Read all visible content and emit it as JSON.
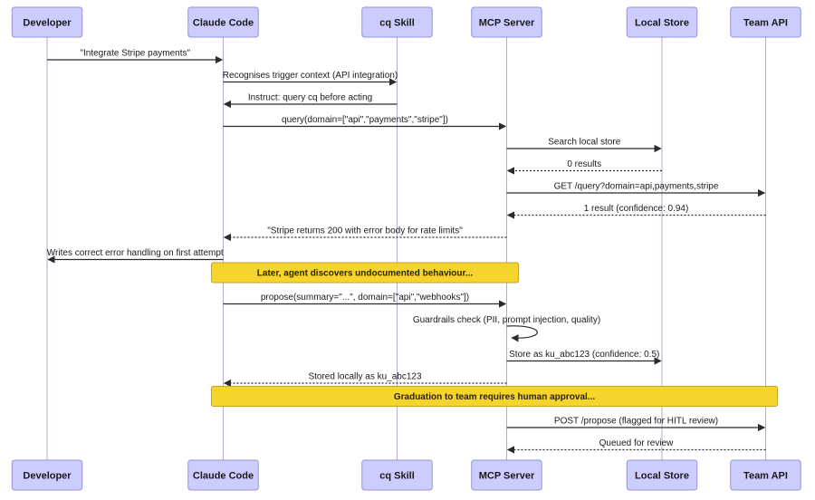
{
  "diagram": {
    "type": "sequence-diagram",
    "participants": [
      {
        "id": "developer",
        "label": "Developer"
      },
      {
        "id": "claude-code",
        "label": "Claude Code"
      },
      {
        "id": "cq-skill",
        "label": "cq Skill"
      },
      {
        "id": "mcp-server",
        "label": "MCP Server"
      },
      {
        "id": "local-store",
        "label": "Local Store"
      },
      {
        "id": "team-api",
        "label": "Team API"
      }
    ],
    "steps": [
      {
        "kind": "message",
        "from": "developer",
        "to": "claude-code",
        "line": "solid",
        "text": "\"Integrate Stripe payments\""
      },
      {
        "kind": "message",
        "from": "claude-code",
        "to": "cq-skill",
        "line": "solid",
        "text": "Recognises trigger context (API integration)"
      },
      {
        "kind": "message",
        "from": "cq-skill",
        "to": "claude-code",
        "line": "solid",
        "text": "Instruct: query cq before acting"
      },
      {
        "kind": "message",
        "from": "claude-code",
        "to": "mcp-server",
        "line": "solid",
        "text": "query(domain=[\"api\",\"payments\",\"stripe\"])"
      },
      {
        "kind": "message",
        "from": "mcp-server",
        "to": "local-store",
        "line": "solid",
        "text": "Search local store"
      },
      {
        "kind": "message",
        "from": "local-store",
        "to": "mcp-server",
        "line": "dotted",
        "text": "0 results"
      },
      {
        "kind": "message",
        "from": "mcp-server",
        "to": "team-api",
        "line": "solid",
        "text": "GET /query?domain=api,payments,stripe"
      },
      {
        "kind": "message",
        "from": "team-api",
        "to": "mcp-server",
        "line": "dotted",
        "text": "1 result (confidence: 0.94)"
      },
      {
        "kind": "message",
        "from": "mcp-server",
        "to": "claude-code",
        "line": "dotted",
        "text": "\"Stripe returns 200 with error body for rate limits\""
      },
      {
        "kind": "message",
        "from": "claude-code",
        "to": "developer",
        "line": "solid",
        "text": "Writes correct error handling on first attempt"
      },
      {
        "kind": "note",
        "from": "claude-code",
        "to": "mcp-server",
        "text": "Later, agent discovers undocumented behaviour..."
      },
      {
        "kind": "message",
        "from": "claude-code",
        "to": "mcp-server",
        "line": "solid",
        "text": "propose(summary=\"...\", domain=[\"api\",\"webhooks\"])"
      },
      {
        "kind": "self",
        "at": "mcp-server",
        "text": "Guardrails check (PII, prompt injection, quality)"
      },
      {
        "kind": "message",
        "from": "mcp-server",
        "to": "local-store",
        "line": "solid",
        "text": "Store as ku_abc123 (confidence: 0.5)"
      },
      {
        "kind": "message",
        "from": "mcp-server",
        "to": "claude-code",
        "line": "dotted",
        "text": "Stored locally as ku_abc123"
      },
      {
        "kind": "note",
        "from": "claude-code",
        "to": "team-api",
        "text": "Graduation to team requires human approval..."
      },
      {
        "kind": "message",
        "from": "mcp-server",
        "to": "team-api",
        "line": "solid",
        "text": "POST /propose (flagged for HITL review)"
      },
      {
        "kind": "message",
        "from": "team-api",
        "to": "mcp-server",
        "line": "dotted",
        "text": "Queued for review"
      }
    ],
    "colors": {
      "background": "#ffffff",
      "actor_fill": "#ccccff",
      "actor_border": "#9394d8",
      "lifeline": "#b9a7d6",
      "arrow": "#2b2b2b",
      "text": "#1a1a1a",
      "note_fill": "#f5d42e",
      "note_border": "#c9a227",
      "note_text": "#2a2305"
    }
  }
}
